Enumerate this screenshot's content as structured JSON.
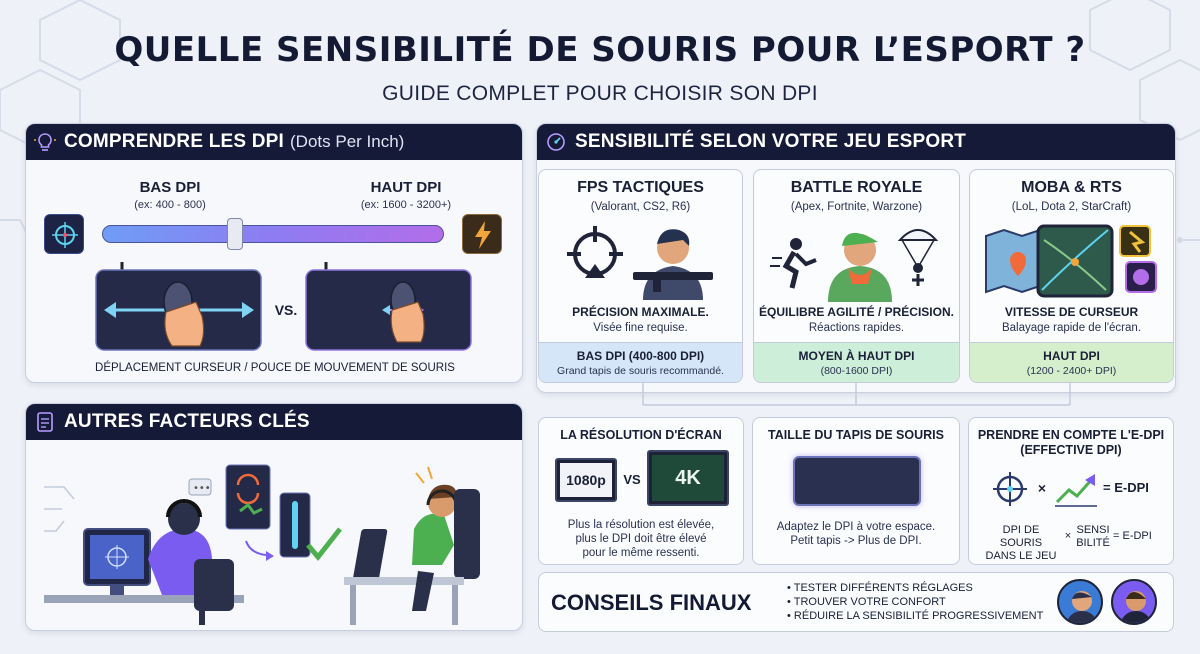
{
  "header": {
    "title": "QUELLE SENSIBILITÉ DE SOURIS POUR L’ESPORT ?",
    "subtitle": "GUIDE COMPLET POUR CHOISIR SON DPI"
  },
  "dpi_panel": {
    "title": "COMPRENDRE LES DPI",
    "title_suffix": "(Dots Per Inch)",
    "low_label": "BAS DPI",
    "low_range": "(ex: 400 - 800)",
    "high_label": "HAUT DPI",
    "high_range": "(ex: 1600 - 3200+)",
    "vs": "VS.",
    "caption": "DÉPLACEMENT CURSEUR / POUCE DE MOUVEMENT DE SOURIS",
    "slider_position": 0.39
  },
  "factors_panel": {
    "title": "AUTRES FACTEURS CLÉS"
  },
  "games_panel": {
    "title": "SENSIBILITÉ SELON VOTRE JEU ESPORT",
    "games": [
      {
        "title": "FPS TACTIQUES",
        "examples": "(Valorant, CS2, R6)",
        "headline": "PRÉCISION MAXIMALE.",
        "detail": "Visée fine requise.",
        "dpi": "BAS DPI (400-800 DPI)",
        "note": "Grand tapis de souris recommandé.",
        "color": "#d4e6f7"
      },
      {
        "title": "BATTLE ROYALE",
        "examples": "(Apex, Fortnite, Warzone)",
        "headline": "ÉQUILIBRE AGILITÉ / PRÉCISION.",
        "detail": "Réactions rapides.",
        "dpi": "MOYEN À HAUT DPI",
        "note": "(800-1600 DPI)",
        "color": "#cdeed8"
      },
      {
        "title": "MOBA & RTS",
        "examples": "(LoL, Dota 2, StarCraft)",
        "headline": "VITESSE DE CURSEUR",
        "detail": "Balayage rapide de l'écran.",
        "dpi": "HAUT DPI",
        "note": "(1200 - 2400+ DPI)",
        "color": "#d5efcd"
      }
    ]
  },
  "factors": {
    "resolution": {
      "title": "LA RÉSOLUTION D'ÉCRAN",
      "left": "1080p",
      "vs": "VS",
      "right": "4K",
      "lines": [
        "Plus la résolution est élevée,",
        "plus le DPI doit être élevé",
        "pour le même ressenti."
      ]
    },
    "mousepad": {
      "title": "TAILLE DU TAPIS DE SOURIS",
      "lines": [
        "Adaptez le DPI à votre espace.",
        "Petit tapis -> Plus de DPI."
      ]
    },
    "edpi": {
      "title_lines": [
        "PRENDRE EN COMPTE L'E-DPI",
        "(EFFECTIVE DPI)"
      ],
      "times": "×",
      "result": "= E-DPI",
      "formula_left": [
        "DPI DE SOURIS",
        "DANS LE JEU"
      ],
      "formula_times": "×",
      "formula_mid": [
        "SENSI",
        "BILITÉ"
      ],
      "formula_result": "= E-DPI"
    }
  },
  "tips": {
    "title": "CONSEILS FINAUX",
    "items": [
      "TESTER DIFFÉRENTS RÉGLAGES",
      "TROUVER VOTRE CONFORT",
      "RÉDUIRE LA SENSIBILITÉ PROGRESSIVEMENT"
    ]
  },
  "colors": {
    "navy": "#151a38",
    "accent_purple": "#7a5cf0",
    "accent_cyan": "#5fd3f0",
    "green": "#4caf50",
    "orange": "#f0a63a"
  }
}
